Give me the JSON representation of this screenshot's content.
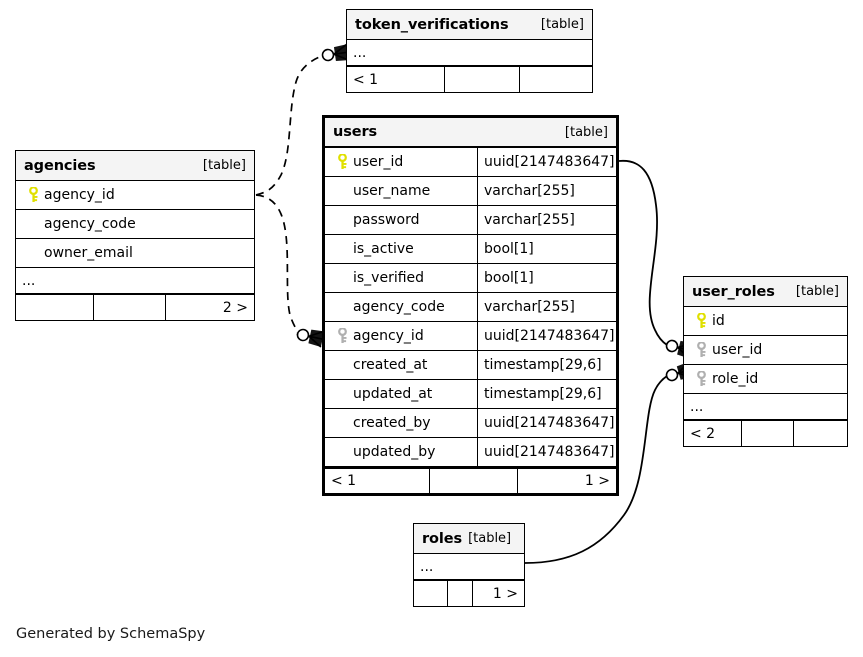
{
  "diagram": {
    "kind_label": "[table]",
    "ellipsis": "...",
    "caption": "Generated by SchemaSpy",
    "colors": {
      "primary_key": "#e8e800",
      "foreign_key": "#b0b0b0",
      "header_bg": "#f4f4f4",
      "border": "#000000",
      "background": "#ffffff"
    }
  },
  "tables": {
    "token_verifications": {
      "name": "token_verifications",
      "kind": "[table]",
      "columns": [],
      "has_ellipsis": true,
      "footer": [
        "< 1",
        "",
        ""
      ]
    },
    "agencies": {
      "name": "agencies",
      "kind": "[table]",
      "columns": [
        {
          "name": "agency_id",
          "type": "",
          "key": "primary"
        },
        {
          "name": "agency_code",
          "type": "",
          "key": "none"
        },
        {
          "name": "owner_email",
          "type": "",
          "key": "none"
        }
      ],
      "has_ellipsis": true,
      "footer": [
        "",
        "",
        "2 >"
      ]
    },
    "users": {
      "name": "users",
      "kind": "[table]",
      "focal": true,
      "columns": [
        {
          "name": "user_id",
          "type": "uuid[2147483647]",
          "key": "primary"
        },
        {
          "name": "user_name",
          "type": "varchar[255]",
          "key": "none"
        },
        {
          "name": "password",
          "type": "varchar[255]",
          "key": "none"
        },
        {
          "name": "is_active",
          "type": "bool[1]",
          "key": "none"
        },
        {
          "name": "is_verified",
          "type": "bool[1]",
          "key": "none"
        },
        {
          "name": "agency_code",
          "type": "varchar[255]",
          "key": "none"
        },
        {
          "name": "agency_id",
          "type": "uuid[2147483647]",
          "key": "foreign"
        },
        {
          "name": "created_at",
          "type": "timestamp[29,6]",
          "key": "none"
        },
        {
          "name": "updated_at",
          "type": "timestamp[29,6]",
          "key": "none"
        },
        {
          "name": "created_by",
          "type": "uuid[2147483647]",
          "key": "none"
        },
        {
          "name": "updated_by",
          "type": "uuid[2147483647]",
          "key": "none"
        }
      ],
      "has_ellipsis": false,
      "footer": [
        "< 1",
        "",
        "1 >"
      ]
    },
    "user_roles": {
      "name": "user_roles",
      "kind": "[table]",
      "columns": [
        {
          "name": "id",
          "type": "",
          "key": "primary"
        },
        {
          "name": "user_id",
          "type": "",
          "key": "foreign"
        },
        {
          "name": "role_id",
          "type": "",
          "key": "foreign"
        }
      ],
      "has_ellipsis": true,
      "footer": [
        "< 2",
        "",
        ""
      ]
    },
    "roles": {
      "name": "roles",
      "kind": "[table]",
      "columns": [],
      "has_ellipsis": true,
      "footer": [
        "",
        "",
        "1 >"
      ]
    }
  },
  "relationships": [
    {
      "from": "agencies.agency_id",
      "to": "token_verifications",
      "style": "dashed"
    },
    {
      "from": "agencies.agency_id",
      "to": "users.agency_id",
      "style": "dashed"
    },
    {
      "from": "users.user_id",
      "to": "user_roles.user_id",
      "style": "solid"
    },
    {
      "from": "roles",
      "to": "user_roles.role_id",
      "style": "solid"
    }
  ]
}
